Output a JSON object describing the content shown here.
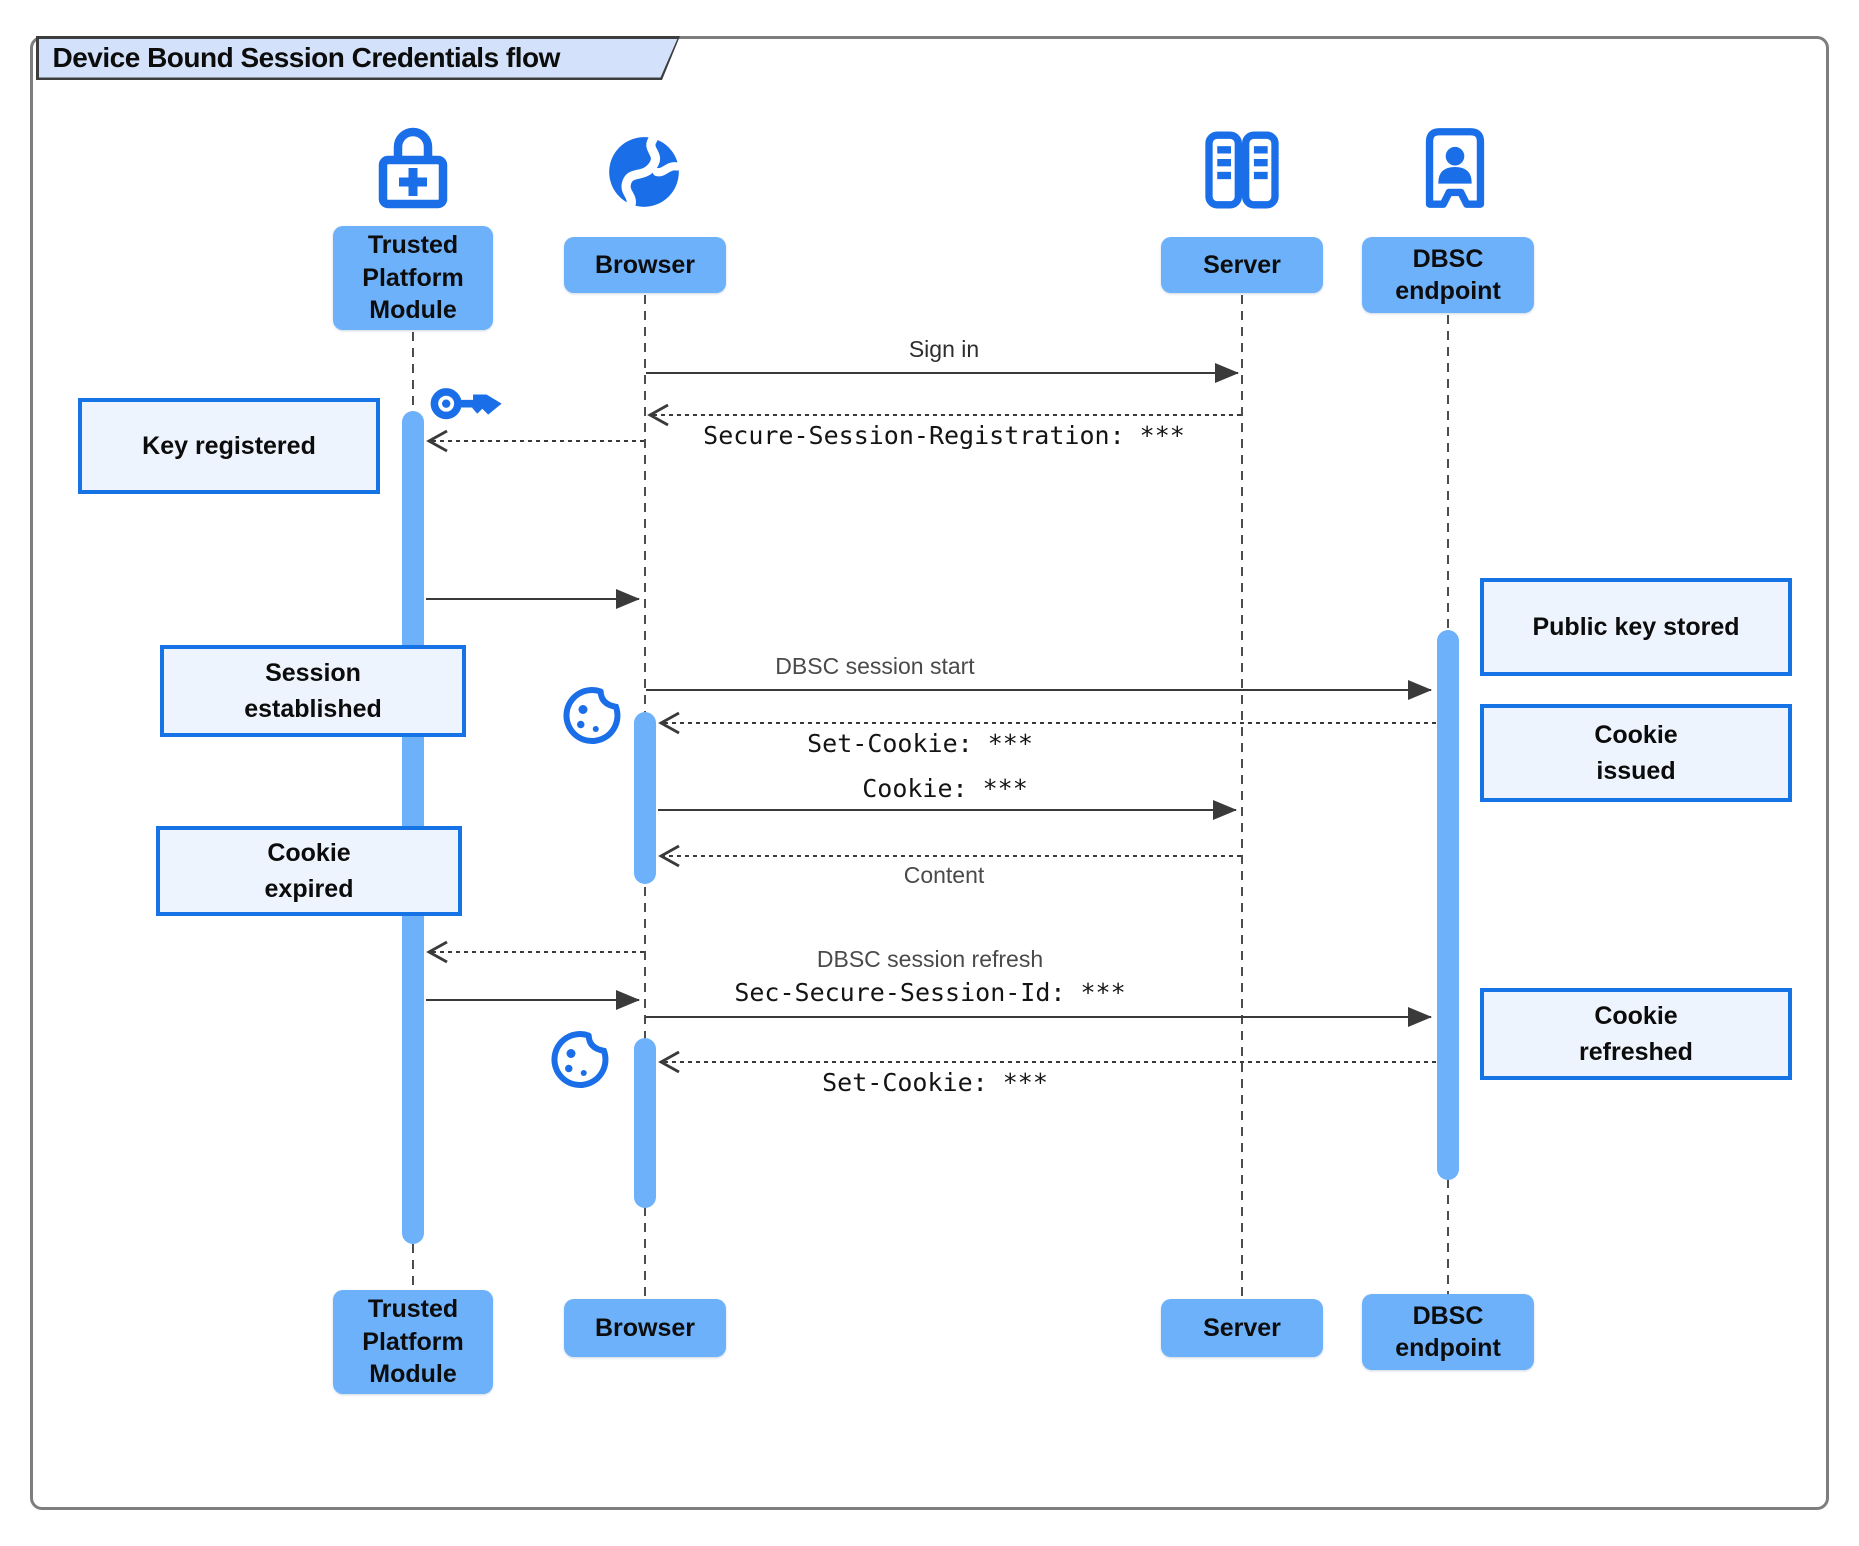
{
  "title": "Device Bound Session Credentials flow",
  "colors": {
    "participant_fill": "#6db1fb",
    "icon_blue": "#1a6fe8",
    "note_fill": "#eef4fd",
    "note_border": "#1573e6",
    "arrow": "#3a3a3a",
    "title_fill": "#d3e2fa"
  },
  "participants": [
    {
      "name": "Trusted Platform Module",
      "icon": "lock-plus-icon"
    },
    {
      "name": "Browser",
      "icon": "globe-icon"
    },
    {
      "name": "Server",
      "icon": "server-racks-icon"
    },
    {
      "name": "DBSC endpoint",
      "icon": "kiosk-person-icon"
    }
  ],
  "messages": [
    {
      "label": "Sign in",
      "from": "Browser",
      "to": "Server",
      "line": "solid",
      "font": "sans"
    },
    {
      "label": "Secure-Session-Registration: ***",
      "from": "Server",
      "to": "Browser",
      "line": "dashed",
      "font": "mono"
    },
    {
      "label": "",
      "from": "Browser",
      "to": "Trusted Platform Module",
      "line": "dashed",
      "font": ""
    },
    {
      "label": "",
      "from": "Trusted Platform Module",
      "to": "Browser",
      "line": "solid",
      "font": ""
    },
    {
      "label": "DBSC session start",
      "from": "Browser",
      "to": "DBSC endpoint",
      "line": "solid",
      "font": "sans"
    },
    {
      "label": "Set-Cookie: ***",
      "from": "DBSC endpoint",
      "to": "Browser",
      "line": "dashed",
      "font": "mono"
    },
    {
      "label": "Cookie: ***",
      "from": "Browser",
      "to": "Server",
      "line": "solid",
      "font": "mono"
    },
    {
      "label": "Content",
      "from": "Server",
      "to": "Browser",
      "line": "dashed",
      "font": "sans"
    },
    {
      "label": "",
      "from": "Browser",
      "to": "Trusted Platform Module",
      "line": "dashed",
      "font": ""
    },
    {
      "label": "",
      "from": "Trusted Platform Module",
      "to": "Browser",
      "line": "solid",
      "font": ""
    },
    {
      "label": "DBSC session refresh",
      "label2": "Sec-Secure-Session-Id: ***",
      "from": "Browser",
      "to": "DBSC endpoint",
      "line": "solid",
      "font": "sans+mono"
    },
    {
      "label": "Set-Cookie: ***",
      "from": "DBSC endpoint",
      "to": "Browser",
      "line": "dashed",
      "font": "mono"
    }
  ],
  "notes": [
    {
      "lines": [
        "Key registered"
      ],
      "anchor": "Trusted Platform Module",
      "side": "left"
    },
    {
      "lines": [
        "Session",
        "established"
      ],
      "anchor": "Trusted Platform Module",
      "side": "left"
    },
    {
      "lines": [
        "Cookie",
        "expired"
      ],
      "anchor": "Trusted Platform Module",
      "side": "left"
    },
    {
      "lines": [
        "Public key stored"
      ],
      "anchor": "DBSC endpoint",
      "side": "right"
    },
    {
      "lines": [
        "Cookie",
        "issued"
      ],
      "anchor": "DBSC endpoint",
      "side": "right"
    },
    {
      "lines": [
        "Cookie",
        "refreshed"
      ],
      "anchor": "DBSC endpoint",
      "side": "right"
    }
  ]
}
